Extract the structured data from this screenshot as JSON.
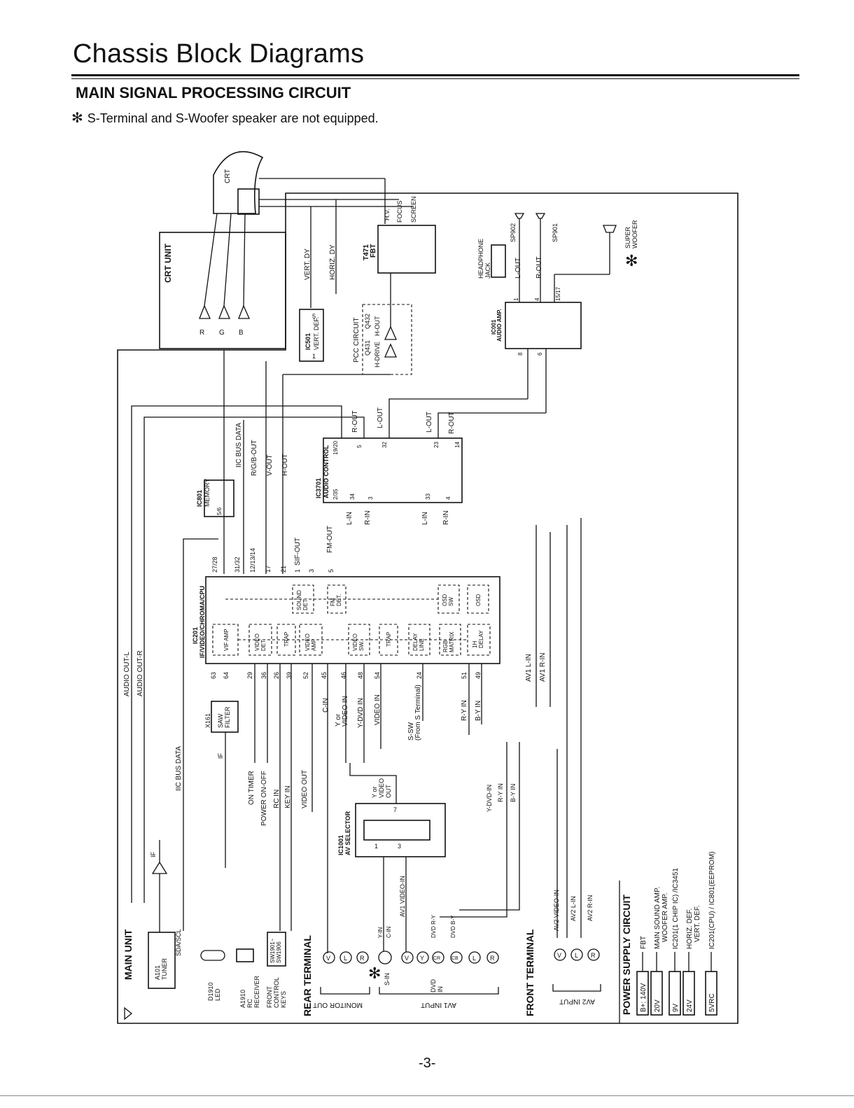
{
  "page": {
    "title": "Chassis Block Diagrams",
    "section_title": "MAIN SIGNAL PROCESSING CIRCUIT",
    "note_star": "✻",
    "note": "S-Terminal and S-Woofer speaker are not equipped.",
    "page_number": "-3-"
  },
  "diagram": {
    "crt": "CRT",
    "crt_unit": "CRT UNIT",
    "rgb": [
      "R",
      "G",
      "B"
    ],
    "fbt": {
      "ref": "T471",
      "name": "FBT",
      "hv": "H.V.",
      "focus": "FOCUS",
      "screen": "SCREEN"
    },
    "dy": {
      "vert": "VERT. DY",
      "horiz": "HORIZ. DY"
    },
    "ic501": {
      "ref": "IC501",
      "name": "VERT. DEF.",
      "pin_in": "1",
      "pin_out": "5"
    },
    "pcc": {
      "title": "PCC CIRCUIT",
      "q431": "Q431",
      "q432": "Q432",
      "hdrive": "H-DRIVE",
      "hout": "H-OUT"
    },
    "audio_out": {
      "headphone": "HEADPHONE\nJACK",
      "sp902": "SP902",
      "sp901": "SP901",
      "lout": "L-OUT",
      "rout": "R-OUT",
      "super_woofer": "SUPER\nWOOFER",
      "star": "✻"
    },
    "ic001": {
      "ref": "IC001",
      "name": "AUDIO AMP.",
      "pins": [
        "1",
        "4",
        "15/17",
        "8",
        "6"
      ]
    },
    "ic3701": {
      "ref": "IC3701",
      "name": "AUDIO CONTROL",
      "top_pins": [
        "19/20",
        "5",
        "32",
        "23",
        "14"
      ],
      "bot_pins": [
        "2/35",
        "34",
        "3",
        "33",
        "4"
      ],
      "top_labels": [
        "R-OUT",
        "L-OUT",
        "L-OUT",
        "R-OUT"
      ],
      "bot_labels": [
        "L-IN",
        "R-IN",
        "L-IN",
        "R-IN",
        "FM-OUT"
      ]
    },
    "ic801": {
      "ref": "IC801",
      "name": "MEMORY",
      "pin": "5/6"
    },
    "mid_labels": {
      "iic": "IIC BUS DATA",
      "rgb_out": "R/G/B-OUT",
      "v_out": "V-OUT",
      "h_out": "H-OUT",
      "sif_out": "SIF-OUT",
      "fm_out": "FM-OUT"
    },
    "ic201": {
      "ref": "IC201",
      "name": "IF/VIDEO/CHROMA/CPU",
      "top_pins": [
        "27/28",
        "31/32",
        "12/13/14",
        "17",
        "21",
        "1",
        "3",
        "5"
      ],
      "bot_pins": [
        "63",
        "64",
        "29",
        "36",
        "26",
        "39",
        "52",
        "45",
        "46",
        "48",
        "54",
        "24",
        "51",
        "49"
      ],
      "blocks": [
        "VIF AMP",
        "VIDEO\nDET.",
        "TRAP",
        "VIDEO\nAMP",
        "VIDEO\nSW.",
        "TRAP",
        "DELAY\nLINE",
        "RGB\nMATRIX",
        "1H\nDELAY"
      ],
      "top_blocks": [
        "SOUND\nDET.",
        "FM\nDET.",
        "OSD\nSW",
        "OSD"
      ]
    },
    "saw": {
      "ref": "X161",
      "name": "SAW\nFILTER",
      "if": "IF"
    },
    "lower_labels": [
      "AUDIO OUT-L",
      "AUDIO OUT-R",
      "IIC BUS DATA",
      "ON TIMER",
      "POWER ON-OFF",
      "RC IN",
      "KEY IN",
      "VIDEO OUT",
      "C-IN",
      "Y or\nVIDEO IN",
      "Y-DVD IN",
      "VIDEO IN",
      "S-SW\n(From S Terminal)",
      "R-Y IN",
      "B-Y IN",
      "AV1 L-IN",
      "AV1 R-IN"
    ],
    "ic1001": {
      "ref": "IC1001",
      "name": "AV SELECTOR",
      "pins": [
        "1",
        "3",
        "7"
      ],
      "out": "Y or\nVIDEO\nOUT",
      "ydvd": "Y-DVD-IN",
      "ry": "R-Y IN",
      "by": "B-Y IN"
    },
    "main_unit": {
      "title": "MAIN UNIT",
      "tuner": "A101\nTUNER",
      "sdascl": "SDA/SCL",
      "if": "IF",
      "led": "D1910\nLED",
      "rc": "A1910\nRC\nRECEIVER",
      "keys_box": "SW1901~\nSW1906",
      "keys": "FRONT\nCONTROL\nKEYS"
    },
    "rear_terminal": {
      "title": "REAR TERMINAL",
      "jacks": [
        "V",
        "L",
        "R",
        "V",
        "Y",
        "CR",
        "CB",
        "L",
        "R"
      ],
      "labels": [
        "Y-IN",
        "C-IN",
        "AV1 VIDEO-IN",
        "DVD R-Y",
        "DVD B-Y"
      ],
      "sin": "S-IN",
      "dvd_in": "DVD\nIN",
      "star": "✻",
      "monitor_out": "MONITOR OUT",
      "av1_input": "AV1 INPUT"
    },
    "front_terminal": {
      "title": "FRONT TERMINAL",
      "jacks": [
        "V",
        "L",
        "R"
      ],
      "labels": [
        "AV2 VIDEO-IN",
        "AV2 L-IN",
        "AV2 R-IN"
      ],
      "av2_input": "AV2 INPUT"
    },
    "power_supply": {
      "title": "POWER SUPPLY CIRCUIT",
      "rails": [
        {
          "v": "B+: 140V",
          "to": "FBT"
        },
        {
          "v": "20V",
          "to": "MAIN SOUND AMP.\nWOOFER AMP."
        },
        {
          "v": "9V",
          "to": "IC201(1 CHIP IC) /IC3451"
        },
        {
          "v": "24V",
          "to": "HORIZ. DEF.\nVERT. DEF."
        },
        {
          "v": "5VRC",
          "to": "IC201(CPU) / IC801(EEPROM)"
        }
      ]
    }
  }
}
